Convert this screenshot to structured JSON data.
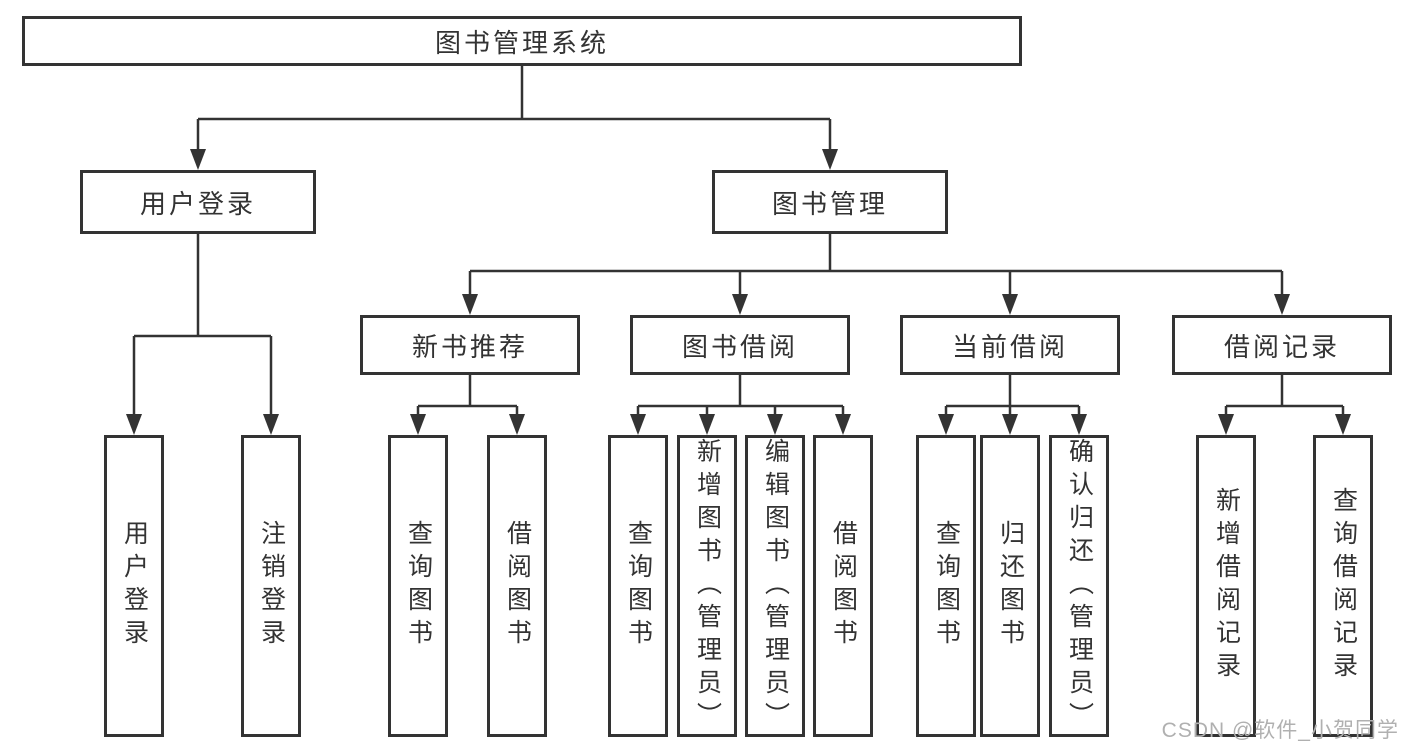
{
  "tree": {
    "root": {
      "label": "图书管理系统"
    },
    "branches": [
      {
        "label": "用户登录",
        "children": [
          {
            "label": "用户登录"
          },
          {
            "label": "注销登录"
          }
        ]
      },
      {
        "label": "图书管理",
        "children": [
          {
            "label": "新书推荐",
            "children": [
              {
                "label": "查询图书"
              },
              {
                "label": "借阅图书"
              }
            ]
          },
          {
            "label": "图书借阅",
            "children": [
              {
                "label": "查询图书"
              },
              {
                "label": "新增图书（管理员）"
              },
              {
                "label": "编辑图书（管理员）"
              },
              {
                "label": "借阅图书"
              }
            ]
          },
          {
            "label": "当前借阅",
            "children": [
              {
                "label": "查询图书"
              },
              {
                "label": "归还图书"
              },
              {
                "label": "确认归还（管理员）"
              }
            ]
          },
          {
            "label": "借阅记录",
            "children": [
              {
                "label": "新增借阅记录"
              },
              {
                "label": "查询借阅记录"
              }
            ]
          }
        ]
      }
    ]
  },
  "watermark": {
    "text": "CSDN @软件_小贺同学"
  },
  "colors": {
    "line": "#333333",
    "box_border": "#333333",
    "text": "#333333",
    "background": "#ffffff",
    "watermark": "#b0b0b0"
  }
}
